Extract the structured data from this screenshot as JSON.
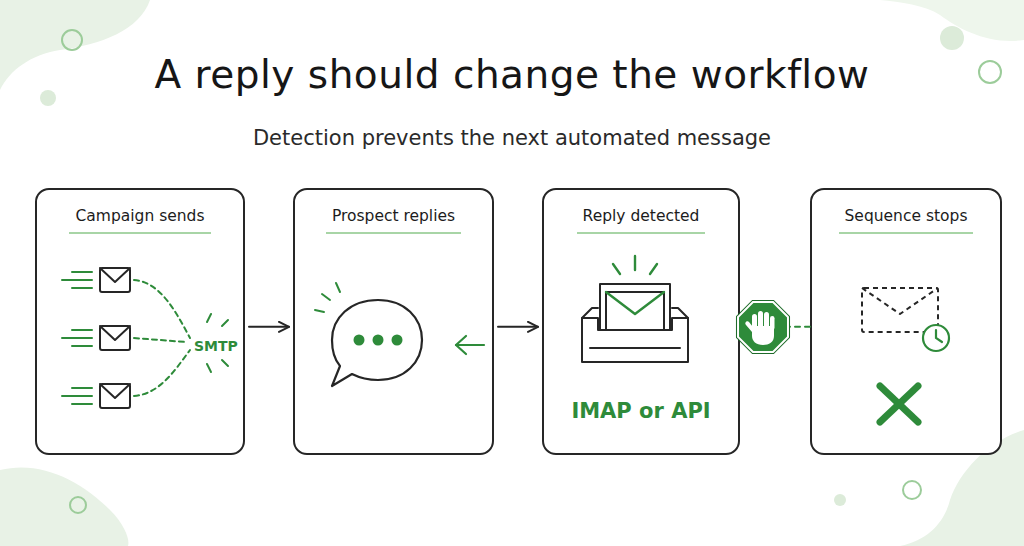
{
  "diagram": {
    "title": "A reply should change the workflow",
    "caption": "Detection prevents the next automated message",
    "nodes": [
      {
        "text": [
          "Campaign sends",
          "SMTP"
        ]
      },
      {
        "text": [
          "Prospect replies"
        ]
      },
      {
        "text": [
          "Reply detected",
          "IMAP or API"
        ]
      },
      {
        "text": [
          "Sequence stops"
        ]
      }
    ],
    "edges": [
      {
        "from": 0,
        "to": 1,
        "arrow": "to"
      },
      {
        "from": 1,
        "to": 2,
        "arrow": "to"
      },
      {
        "from": 2,
        "to": 3,
        "arrow": "none"
      }
    ]
  }
}
